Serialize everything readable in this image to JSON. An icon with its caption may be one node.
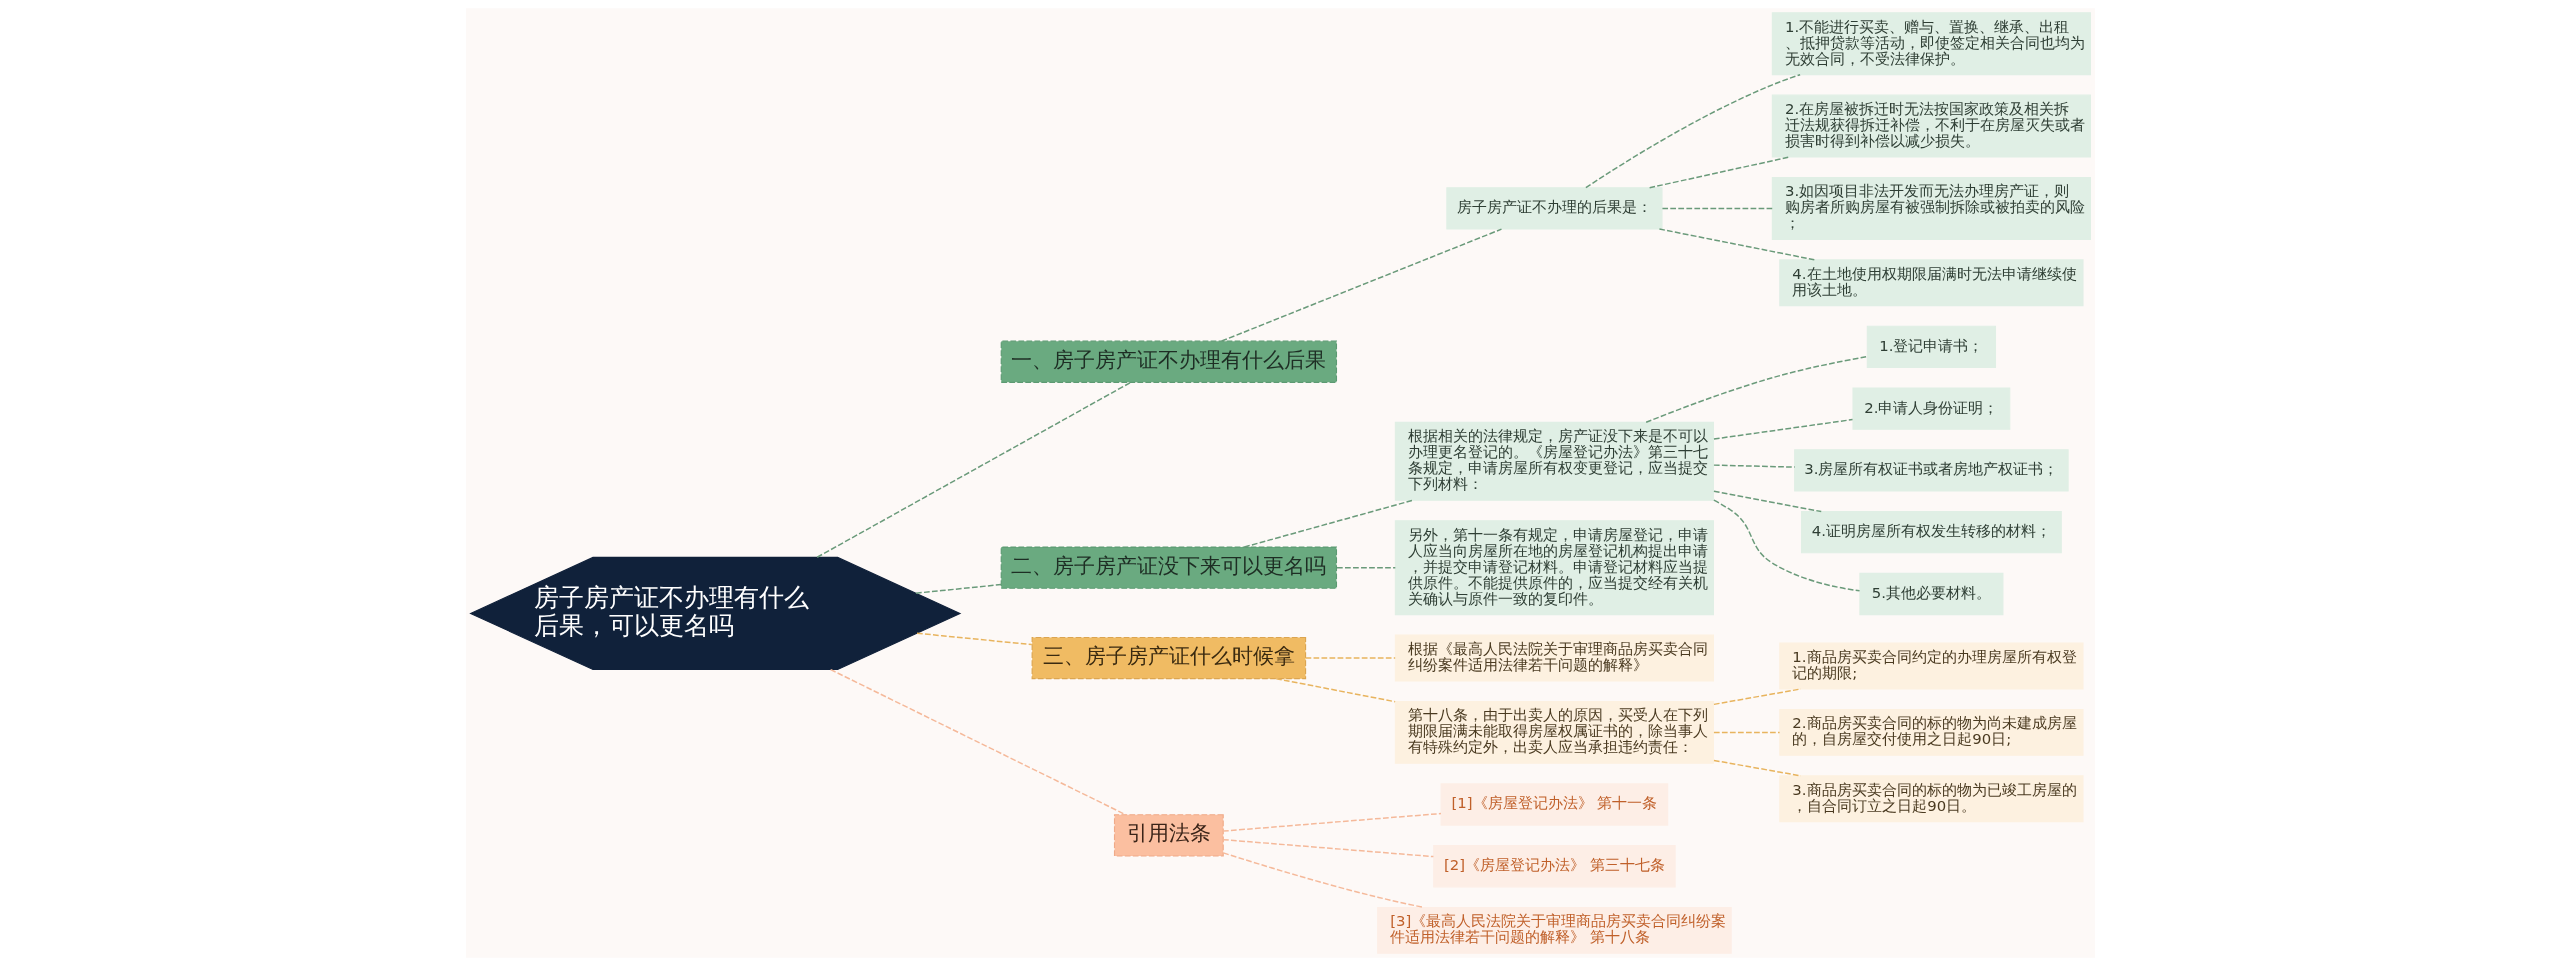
{
  "diagram": {
    "nodes": [
      {
        "text": [
          "房子房产证不办理有什么后果，可以更名吗"
        ]
      },
      {
        "text": [
          "一、房子房产证不办理有什么后果"
        ]
      },
      {
        "text": [
          "房子房产证不办理的后果是："
        ]
      },
      {
        "text": [
          "1.不能进行买卖、赠与、置换、继承、出租、抵押贷款等活动，即使签定相关合同也均为无效合同，不受法律保护。"
        ]
      },
      {
        "text": [
          "2.在房屋被拆迁时无法按国家政策及相关拆迁法规获得拆迁补偿，不利于在房屋灭失或者损害时得到补偿以减少损失。"
        ]
      },
      {
        "text": [
          "3.如因项目非法开发而无法办理房产证，则购房者所购房屋有被强制拆除或被拍卖的风险；"
        ]
      },
      {
        "text": [
          "4.在土地使用权期限届满时无法申请继续使用该土地。"
        ]
      },
      {
        "text": [
          "二、房子房产证没下来可以更名吗"
        ]
      },
      {
        "text": [
          "根据相关的法律规定，房产证没下来是不可以办理更名登记的。《房屋登记办法》第三十七条规定，申请房屋所有权变更登记，应当提交下列材料："
        ]
      },
      {
        "text": [
          "1.登记申请书；"
        ]
      },
      {
        "text": [
          "2.申请人身份证明；"
        ]
      },
      {
        "text": [
          "3.房屋所有权证书或者房地产权证书；"
        ]
      },
      {
        "text": [
          "4.证明房屋所有权发生转移的材料；"
        ]
      },
      {
        "text": [
          "5.其他必要材料。"
        ]
      },
      {
        "text": [
          "另外，第十一条有规定，申请房屋登记，申请人应当向房屋所在地的房屋登记机构提出申请，并提交申请登记材料。申请登记材料应当提供原件。不能提供原件的，应当提交经有关机关确认与原件一致的复印件。"
        ]
      },
      {
        "text": [
          "三、房子房产证什么时候拿"
        ]
      },
      {
        "text": [
          "根据《最高人民法院关于审理商品房买卖合同纠纷案件适用法律若干问题的解释》"
        ]
      },
      {
        "text": [
          "第十八条，由于出卖人的原因，买受人在下列期限届满未能取得房屋权属证书的，除当事人有特殊约定外，出卖人应当承担违约责任："
        ]
      },
      {
        "text": [
          "1.商品房买卖合同约定的办理房屋所有权登记的期限;"
        ]
      },
      {
        "text": [
          "2.商品房买卖合同的标的物为尚未建成房屋的，自房屋交付使用之日起90日;"
        ]
      },
      {
        "text": [
          "3.商品房买卖合同的标的物为已竣工房屋的，自合同订立之日起90日。"
        ]
      },
      {
        "text": [
          "引用法条"
        ]
      },
      {
        "text": [
          "[1]《房屋登记办法》 第十一条"
        ]
      },
      {
        "text": [
          "[2]《房屋登记办法》 第三十七条"
        ]
      },
      {
        "text": [
          "[3]《最高人民法院关于审理商品房买卖合同纠纷案件适用法律若干问题的解释》 第十八条"
        ]
      }
    ],
    "edges": [
      {
        "from": 0,
        "to": 1,
        "arrow": "none",
        "style": "dashed"
      },
      {
        "from": 1,
        "to": 2,
        "arrow": "none",
        "style": "dashed"
      },
      {
        "from": 2,
        "to": 3,
        "arrow": "none",
        "style": "dashed"
      },
      {
        "from": 2,
        "to": 4,
        "arrow": "none",
        "style": "dashed"
      },
      {
        "from": 2,
        "to": 5,
        "arrow": "none",
        "style": "dashed"
      },
      {
        "from": 2,
        "to": 6,
        "arrow": "none",
        "style": "dashed"
      },
      {
        "from": 0,
        "to": 7,
        "arrow": "none",
        "style": "dashed"
      },
      {
        "from": 7,
        "to": 8,
        "arrow": "none",
        "style": "dashed"
      },
      {
        "from": 8,
        "to": 9,
        "arrow": "none",
        "style": "dashed"
      },
      {
        "from": 8,
        "to": 10,
        "arrow": "none",
        "style": "dashed"
      },
      {
        "from": 8,
        "to": 11,
        "arrow": "none",
        "style": "dashed"
      },
      {
        "from": 8,
        "to": 12,
        "arrow": "none",
        "style": "dashed"
      },
      {
        "from": 8,
        "to": 13,
        "arrow": "none",
        "style": "dashed"
      },
      {
        "from": 7,
        "to": 14,
        "arrow": "none",
        "style": "dashed"
      },
      {
        "from": 0,
        "to": 15,
        "arrow": "none",
        "style": "dashed",
        "color": "#e8b45e"
      },
      {
        "from": 15,
        "to": 16,
        "arrow": "none",
        "style": "dashed",
        "color": "#e8b45e"
      },
      {
        "from": 15,
        "to": 17,
        "arrow": "none",
        "style": "dashed",
        "color": "#e8b45e"
      },
      {
        "from": 17,
        "to": 18,
        "arrow": "none",
        "style": "dashed",
        "color": "#e8b45e"
      },
      {
        "from": 17,
        "to": 19,
        "arrow": "none",
        "style": "dashed",
        "color": "#e8b45e"
      },
      {
        "from": 17,
        "to": 20,
        "arrow": "none",
        "style": "dashed",
        "color": "#e8b45e"
      },
      {
        "from": 0,
        "to": 21,
        "arrow": "none",
        "style": "dashed",
        "color": "#f5b99a"
      },
      {
        "from": 21,
        "to": 22,
        "arrow": "none",
        "style": "dashed",
        "color": "#f5b99a"
      },
      {
        "from": 21,
        "to": 23,
        "arrow": "none",
        "style": "dashed",
        "color": "#f5b99a"
      },
      {
        "from": 21,
        "to": 24,
        "arrow": "none",
        "style": "dashed",
        "color": "#f5b99a"
      }
    ]
  }
}
